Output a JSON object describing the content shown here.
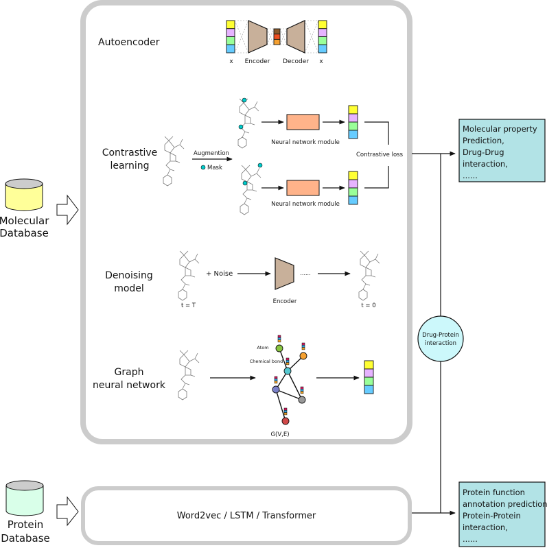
{
  "sources": {
    "molecular": {
      "line1": "Molecular",
      "line2": "Database",
      "color": "#ffff99"
    },
    "protein": {
      "line1": "Protein",
      "line2": "Database",
      "color": "#d9ffe9"
    }
  },
  "sections": {
    "autoencoder": {
      "title": "Autoencoder",
      "x_in": "x",
      "encoder": "Encoder",
      "decoder": "Decoder",
      "x_out": "x"
    },
    "contrastive": {
      "title_line1": "Contrastive",
      "title_line2": "learning",
      "augmentation": "Augmention",
      "mask": "Mask",
      "module_top": "Neural network module",
      "module_bottom": "Neural network module",
      "loss": "Contrastive loss"
    },
    "denoising": {
      "title_line1": "Denoising",
      "title_line2": "model",
      "noise": "+ Noise",
      "encoder": "Encoder",
      "dots": "......",
      "t_start": "t = T",
      "t_end": "t = 0"
    },
    "gnn": {
      "title_line1": "Graph",
      "title_line2": "neural network",
      "atom": "Atom",
      "bond": "Chemical bond",
      "graph": "G(V,E)"
    }
  },
  "protein_model": {
    "label": "Word2vec / LSTM / Transformer"
  },
  "interaction": {
    "line1": "Drug-Protein",
    "line2": "interaction",
    "color": "#ccf8fb"
  },
  "outputs": {
    "molecular": [
      "Molecular property",
      "Prediction,",
      "Drug-Drug",
      "interaction,",
      "......"
    ],
    "protein": [
      "Protein function",
      "annotation prediction,",
      "Protein-Protein",
      "interaction,",
      "......"
    ],
    "color": "#b2e3e6"
  },
  "colors": {
    "embedding": [
      "#ffff33",
      "#e6b3ff",
      "#99ff99",
      "#66ccff"
    ],
    "latent": [
      "#8b5a2b",
      "#f05020",
      "#f5a030"
    ],
    "encoder": "#c8b09a",
    "module": "#ffb38a",
    "panel_border": "#cccccc",
    "mask": "#00cccc"
  }
}
